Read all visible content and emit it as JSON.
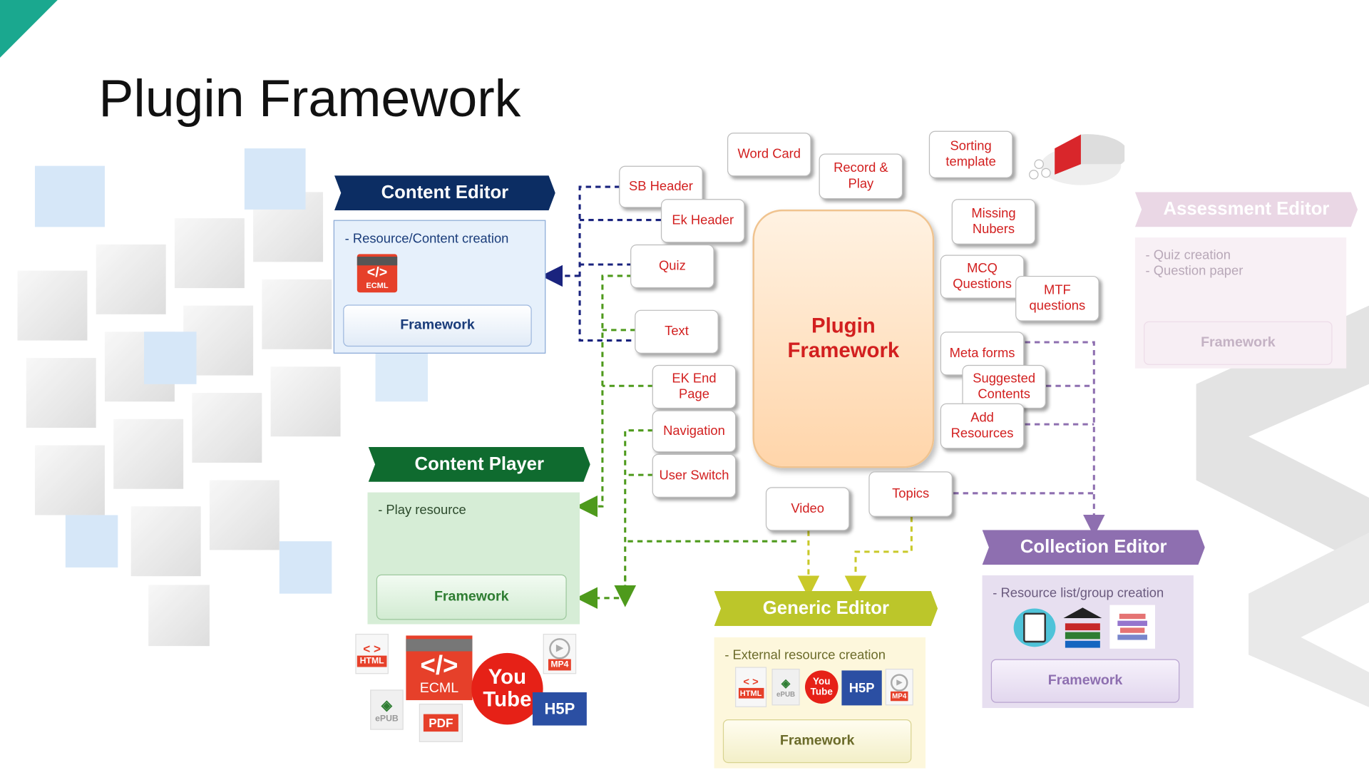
{
  "title": "Plugin Framework",
  "center": {
    "line1": "Plugin",
    "line2": "Framework"
  },
  "plugins": {
    "word_card": "Word Card",
    "record_play": "Record &\nPlay",
    "sorting_template": "Sorting\ntemplate",
    "sb_header": "SB Header",
    "ek_header": "Ek Header",
    "quiz": "Quiz",
    "text": "Text",
    "ek_end_page": "EK End\nPage",
    "navigation": "Navigation",
    "user_switch": "User Switch",
    "video": "Video",
    "topics": "Topics",
    "missing_nubers": "Missing\nNubers",
    "mcq_questions": "MCQ\nQuestions",
    "mtf_questions": "MTF\nquestions",
    "meta_forms": "Meta forms",
    "suggested_contents": "Suggested\nContents",
    "add_resources": "Add\nResources"
  },
  "editors": {
    "content_editor": {
      "title": "Content Editor",
      "desc": "- Resource/Content creation",
      "framework": "Framework",
      "color": "#0c2d63"
    },
    "content_player": {
      "title": "Content Player",
      "desc": "- Play resource",
      "framework": "Framework",
      "color": "#0f6b2f"
    },
    "generic_editor": {
      "title": "Generic Editor",
      "desc": "- External resource creation",
      "framework": "Framework",
      "color": "#bcc62a"
    },
    "collection_editor": {
      "title": "Collection Editor",
      "desc": "- Resource list/group creation",
      "framework": "Framework",
      "color": "#8e6fb0"
    },
    "assessment_editor": {
      "title": "Assessment Editor",
      "desc": "- Quiz creation\n- Question paper",
      "framework": "Framework",
      "color": "#e5cde0"
    }
  },
  "icons": {
    "html": "HTML",
    "ecml": "ECML",
    "epub": "ePUB",
    "pdf": "PDF",
    "mp4": "MP4",
    "youtube_you": "You",
    "youtube_tube": "Tube",
    "h5p": "H5P"
  },
  "colors": {
    "accent_teal": "#1aa88f",
    "plugin_text": "#d21f1f",
    "line_blue": "#1a237e",
    "line_green": "#4e9a1c",
    "line_yellow": "#c9c92a",
    "line_purple": "#8e6fb0"
  }
}
